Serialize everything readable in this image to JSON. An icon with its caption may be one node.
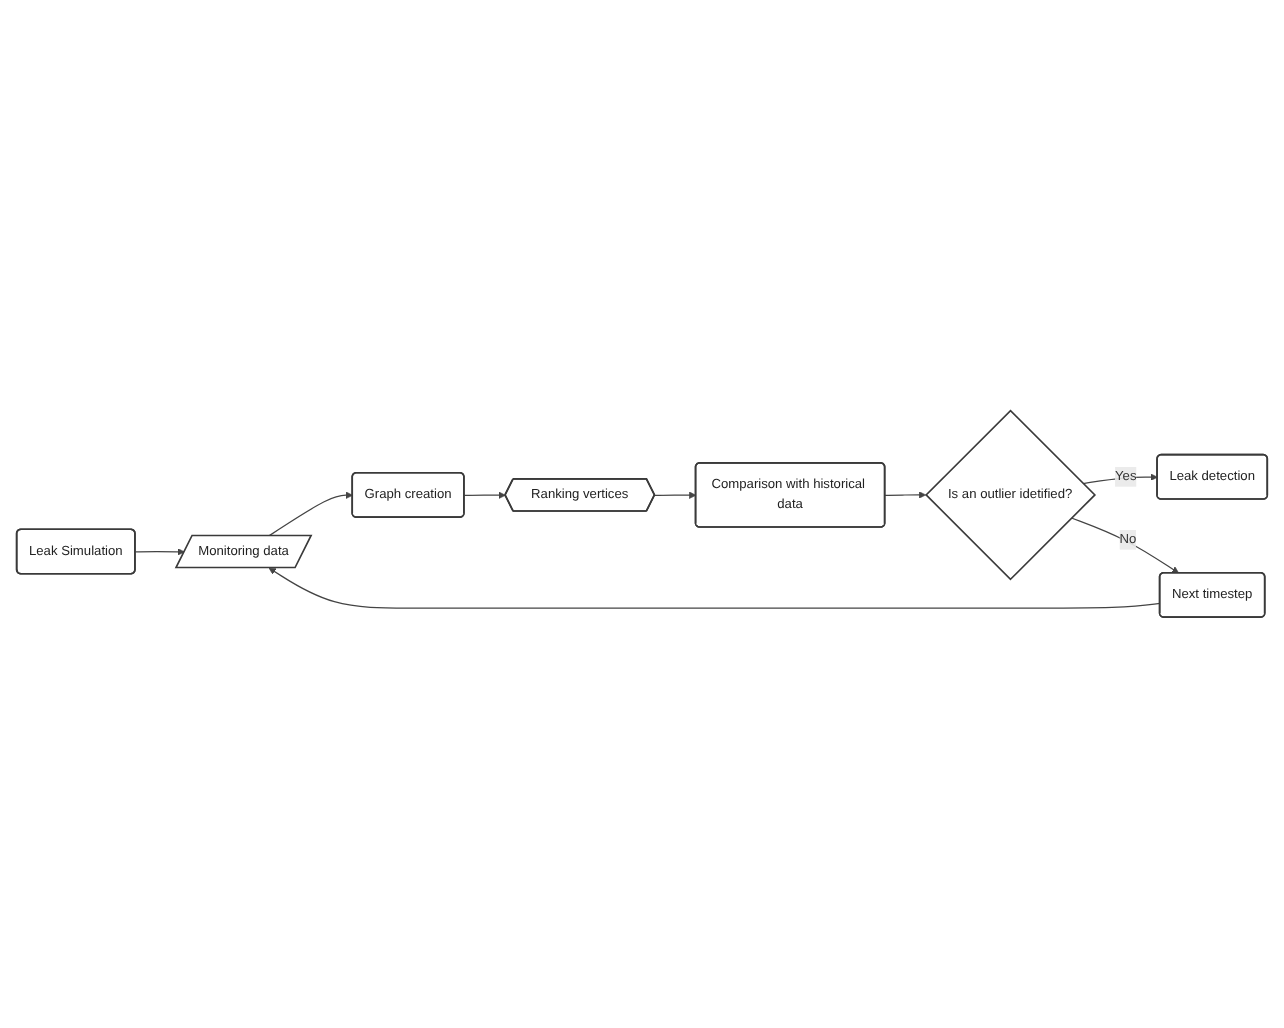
{
  "diagram": {
    "nodes": [
      {
        "text": [
          "Leak Simulation"
        ]
      },
      {
        "text": [
          "Monitoring data"
        ]
      },
      {
        "text": [
          "Graph creation"
        ]
      },
      {
        "text": [
          "Ranking vertices"
        ]
      },
      {
        "text": [
          "Comparison with historical data"
        ]
      },
      {
        "text": [
          "Is an outlier idetified?"
        ]
      },
      {
        "text": [
          "Leak detection"
        ]
      },
      {
        "text": [
          "Next timestep"
        ]
      }
    ],
    "edges": [
      {
        "from": 0,
        "to": 1,
        "arrow": "to"
      },
      {
        "from": 1,
        "to": 2,
        "arrow": "to"
      },
      {
        "from": 2,
        "to": 3,
        "arrow": "to"
      },
      {
        "from": 3,
        "to": 4,
        "arrow": "to"
      },
      {
        "from": 4,
        "to": 5,
        "arrow": "to"
      },
      {
        "from": 5,
        "to": 6,
        "label": "Yes",
        "arrow": "to"
      },
      {
        "from": 5,
        "to": 7,
        "label": "No",
        "arrow": "to"
      },
      {
        "from": 7,
        "to": 1,
        "arrow": "to"
      }
    ]
  }
}
